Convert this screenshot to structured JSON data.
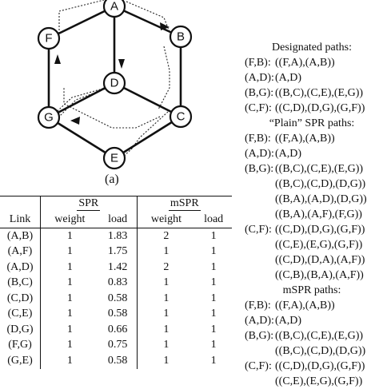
{
  "diagram": {
    "caption_a": "(a)",
    "nodes": {
      "A": "A",
      "B": "B",
      "C": "C",
      "D": "D",
      "E": "E",
      "F": "F",
      "G": "G"
    }
  },
  "paths": {
    "designated_header": "Designated paths:",
    "designated": [
      {
        "key": "(F,B):",
        "lines": [
          "((F,A),(A,B))"
        ]
      },
      {
        "key": "(A,D):",
        "lines": [
          "(A,D)"
        ]
      },
      {
        "key": "(B,G):",
        "lines": [
          "((B,C),(C,E),(E,G))"
        ]
      },
      {
        "key": "(C,F):",
        "lines": [
          "((C,D),(D,G),(G,F))"
        ]
      }
    ],
    "plain_header": "“Plain” SPR paths:",
    "plain": [
      {
        "key": "(F,B):",
        "lines": [
          "((F,A),(A,B))"
        ]
      },
      {
        "key": "(A,D):",
        "lines": [
          "(A,D)"
        ]
      },
      {
        "key": "(B,G):",
        "lines": [
          "((B,C),(C,E),(E,G))",
          "((B,C),(C,D),(D,G))",
          "((B,A),(A,D),(D,G))",
          "((B,A),(A,F),(F,G))"
        ]
      },
      {
        "key": "(C,F):",
        "lines": [
          "((C,D),(D,G),(G,F))",
          "((C,E),(E,G),(G,F))",
          "((C,D),(D,A),(A,F))",
          "((C,B),(B,A),(A,F))"
        ]
      }
    ],
    "mspr_header": "mSPR paths:",
    "mspr": [
      {
        "key": "(F,B):",
        "lines": [
          "((F,A),(A,B))"
        ]
      },
      {
        "key": "(A,D):",
        "lines": [
          "(A,D)"
        ]
      },
      {
        "key": "(B,G):",
        "lines": [
          "((B,C),(C,E),(E,G))",
          "((B,C),(C,D),(D,G))"
        ]
      },
      {
        "key": "(C,F):",
        "lines": [
          "((C,D),(D,G),(G,F))",
          "((C,E),(E,G),(G,F))"
        ]
      }
    ]
  },
  "table": {
    "group_headers": [
      "SPR",
      "mSPR"
    ],
    "col_headers": [
      "Link",
      "weight",
      "load",
      "weight",
      "load"
    ],
    "rows": [
      [
        "(A,B)",
        "1",
        "1.83",
        "2",
        "1"
      ],
      [
        "(A,F)",
        "1",
        "1.75",
        "1",
        "1"
      ],
      [
        "(A,D)",
        "1",
        "1.42",
        "2",
        "1"
      ],
      [
        "(B,C)",
        "1",
        "0.83",
        "1",
        "1"
      ],
      [
        "(C,D)",
        "1",
        "0.58",
        "1",
        "1"
      ],
      [
        "(C,E)",
        "1",
        "0.58",
        "1",
        "1"
      ],
      [
        "(D,G)",
        "1",
        "0.66",
        "1",
        "1"
      ],
      [
        "(F,G)",
        "1",
        "0.75",
        "1",
        "1"
      ],
      [
        "(G,E)",
        "1",
        "0.58",
        "1",
        "1"
      ]
    ]
  }
}
